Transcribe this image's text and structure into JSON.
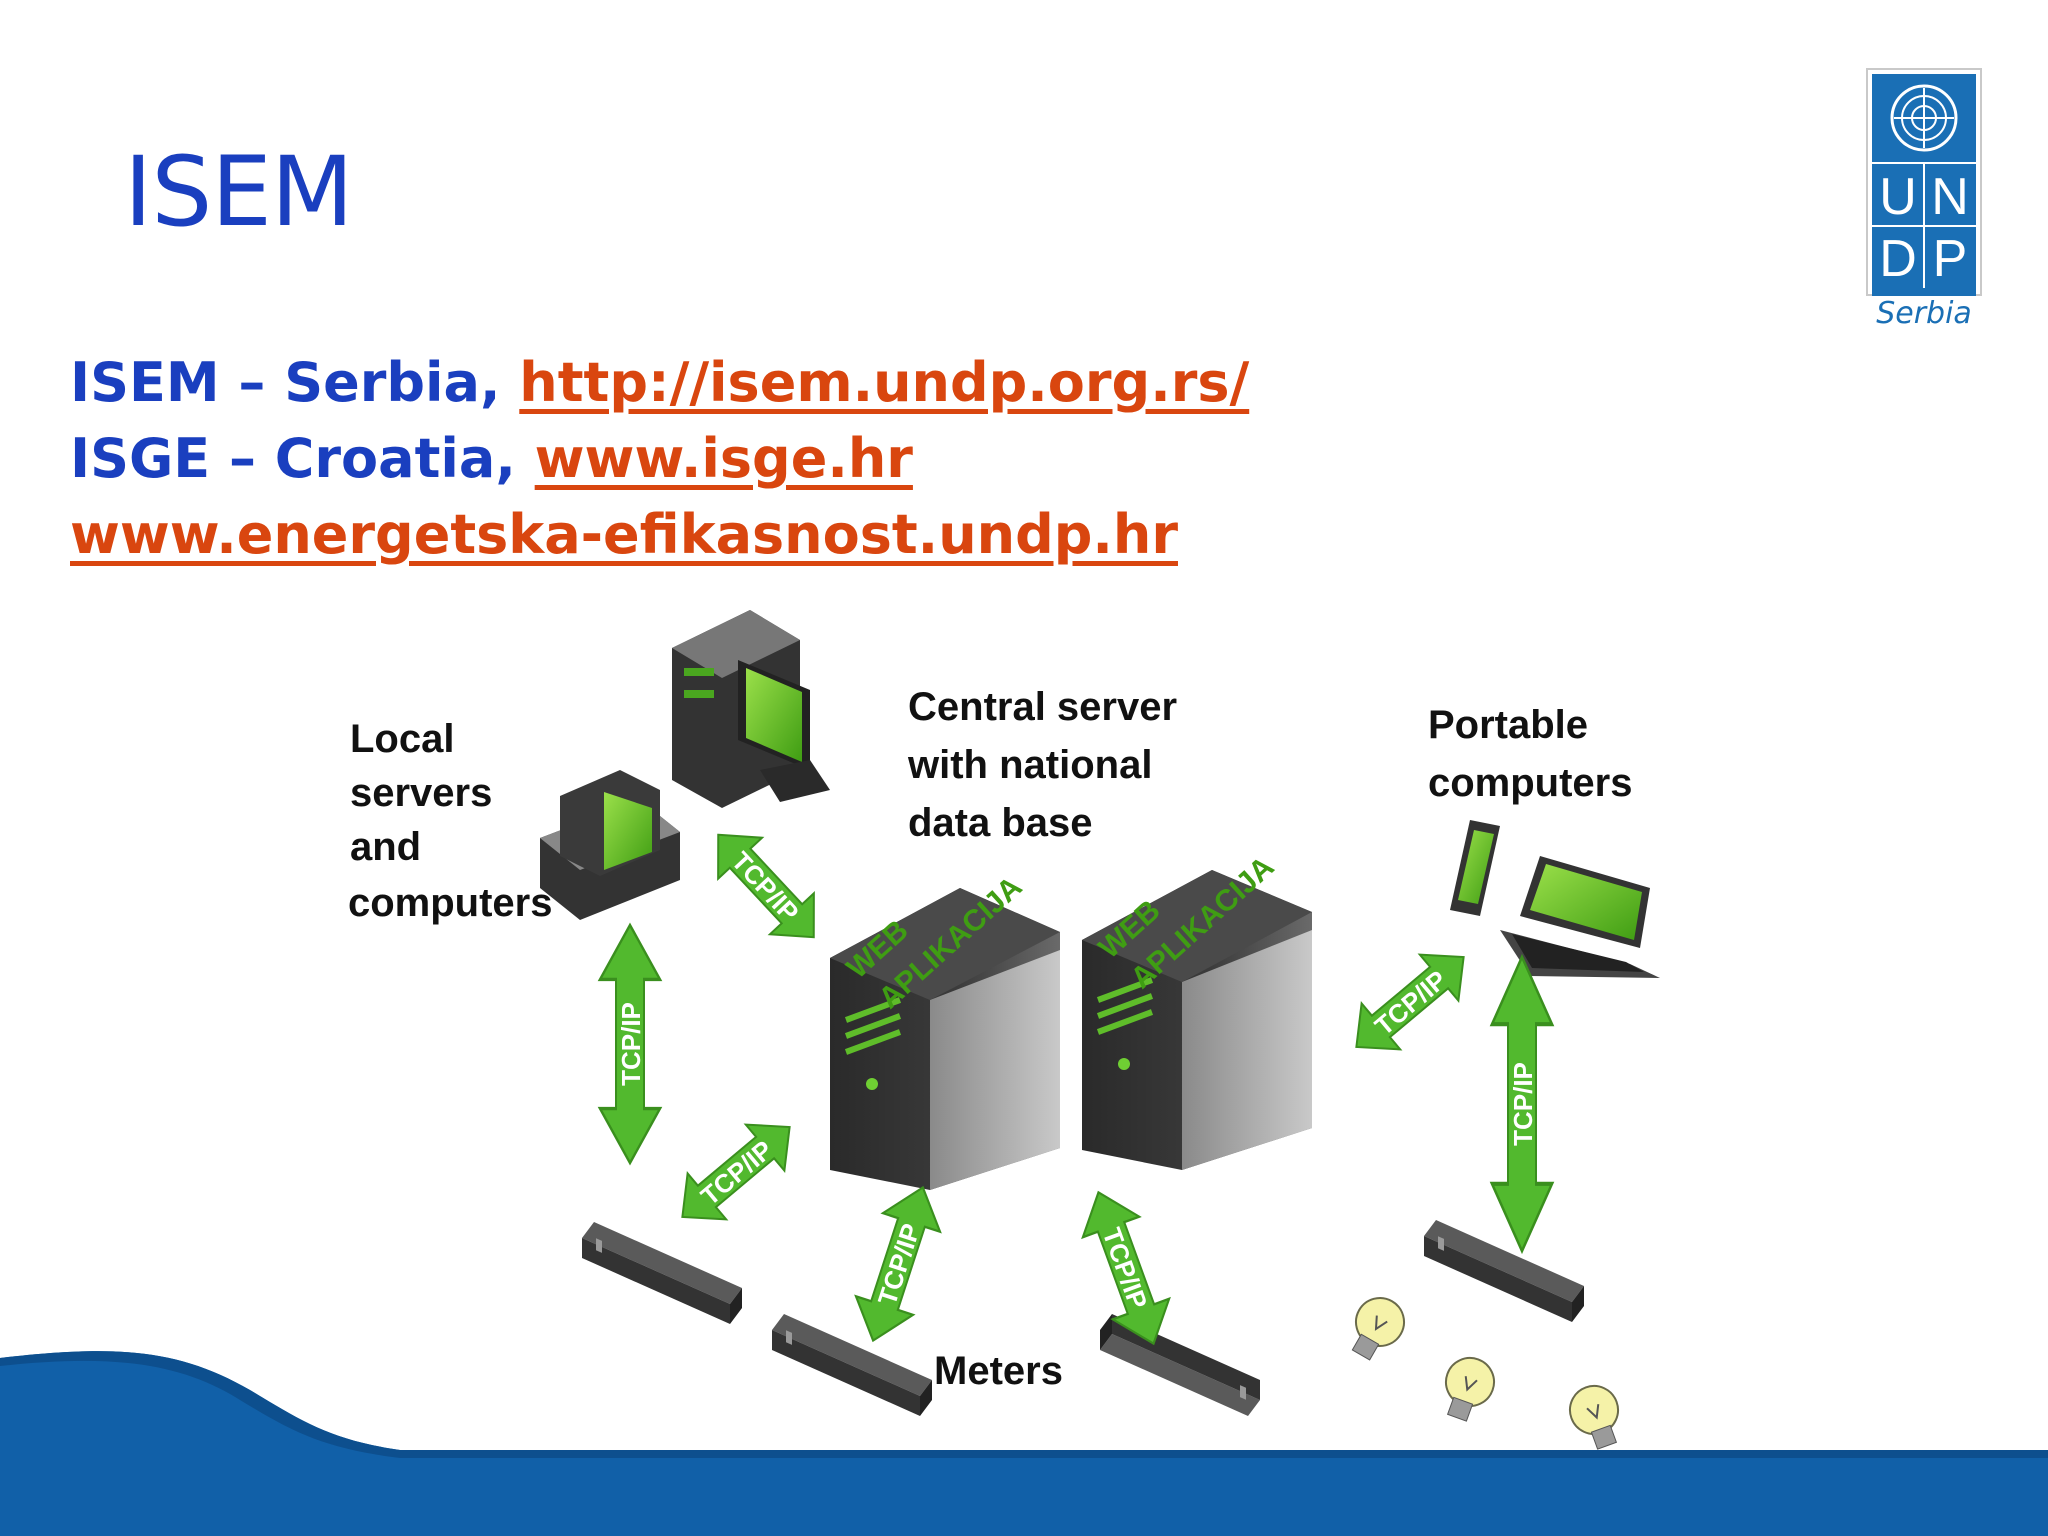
{
  "slide": {
    "title": "ISEM"
  },
  "links": {
    "line1_prefix": "ISEM – Serbia, ",
    "line1_link": "http://isem.undp.org.rs/",
    "line2_prefix": "ISGE – Croatia, ",
    "line2_link": "www.isge.hr",
    "line3_link": "www.energetska-efikasnost.undp.hr"
  },
  "logo": {
    "letters": [
      "U",
      "N",
      "D",
      "P"
    ],
    "country": "Serbia",
    "icon": "un-emblem-icon"
  },
  "diagram": {
    "label_local": [
      "Local",
      "servers",
      "and",
      "computers"
    ],
    "label_central": [
      "Central server",
      "with national",
      "data base"
    ],
    "label_portable": [
      "Portable",
      "computers"
    ],
    "label_meters": "Meters",
    "server_text": [
      "WEB",
      "APLIKACIJA"
    ],
    "arrow_label": "TCP/IP"
  },
  "colors": {
    "title_blue": "#1a3fbf",
    "link_orange": "#d9460f",
    "arrow_green": "#52b92e",
    "band_blue": "#1160a8"
  }
}
